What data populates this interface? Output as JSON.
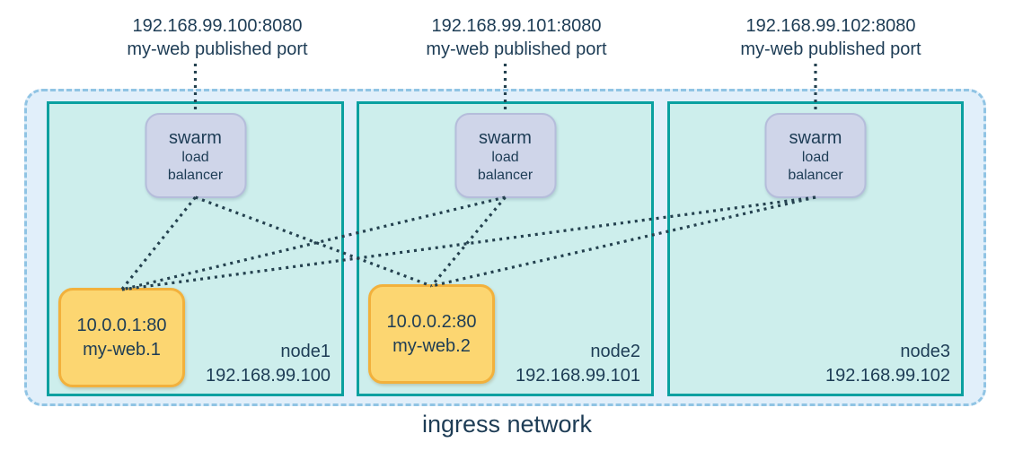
{
  "published_ports": [
    {
      "id": "port1",
      "address": "192.168.99.100:8080",
      "caption": "my-web published port"
    },
    {
      "id": "port2",
      "address": "192.168.99.101:8080",
      "caption": "my-web published port"
    },
    {
      "id": "port3",
      "address": "192.168.99.102:8080",
      "caption": "my-web published port"
    }
  ],
  "nodes": [
    {
      "id": "node1",
      "name": "node1",
      "ip": "192.168.99.100",
      "lb": {
        "id": "lb1",
        "line1": "swarm",
        "line2": "load",
        "line3": "balancer"
      },
      "task": {
        "id": "task1",
        "address": "10.0.0.1:80",
        "name": "my-web.1"
      }
    },
    {
      "id": "node2",
      "name": "node2",
      "ip": "192.168.99.101",
      "lb": {
        "id": "lb2",
        "line1": "swarm",
        "line2": "load",
        "line3": "balancer"
      },
      "task": {
        "id": "task2",
        "address": "10.0.0.2:80",
        "name": "my-web.2"
      }
    },
    {
      "id": "node3",
      "name": "node3",
      "ip": "192.168.99.102",
      "lb": {
        "id": "lb3",
        "line1": "swarm",
        "line2": "load",
        "line3": "balancer"
      },
      "task": null
    }
  ],
  "network_label": "ingress network",
  "edges": [
    {
      "from": "port1",
      "to": "lb1",
      "type": "port"
    },
    {
      "from": "port2",
      "to": "lb2",
      "type": "port"
    },
    {
      "from": "port3",
      "to": "lb3",
      "type": "port"
    },
    {
      "from": "lb1",
      "to": "task1",
      "type": "lb"
    },
    {
      "from": "lb1",
      "to": "task2",
      "type": "lb"
    },
    {
      "from": "lb2",
      "to": "task1",
      "type": "lb"
    },
    {
      "from": "lb2",
      "to": "task2",
      "type": "lb"
    },
    {
      "from": "lb3",
      "to": "task1",
      "type": "lb"
    },
    {
      "from": "lb3",
      "to": "task2",
      "type": "lb"
    }
  ],
  "colors": {
    "text": "#1d3c55",
    "node_border": "#0aa0a0",
    "node_fill": "#cdeeec",
    "network_fill": "#e1effa",
    "network_border": "#90c4e4",
    "lb_fill": "#cfd5e9",
    "lb_border": "#b5bddb",
    "task_fill": "#fcd671",
    "task_border": "#f2b13c",
    "connector": "#24414f"
  }
}
